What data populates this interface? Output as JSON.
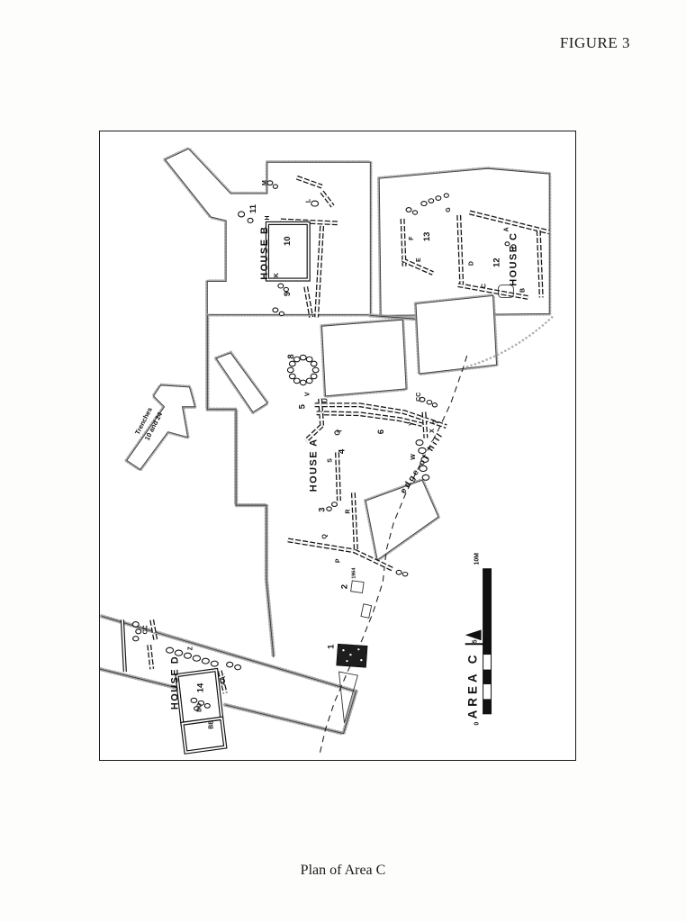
{
  "page": {
    "figure_label": "FIGURE 3",
    "caption": "Plan of Area C"
  },
  "plan": {
    "houses": {
      "a": "HOUSE A",
      "b": "HOUSE B",
      "c": "HOUSE C",
      "d": "HOUSE D"
    },
    "rooms": {
      "n1": "1",
      "n2": "2",
      "n3": "3",
      "n4": "4",
      "n5": "5",
      "n6": "6",
      "n7": "7",
      "n8": "8",
      "n9": "9",
      "n10": "10",
      "n11": "11",
      "n12": "12",
      "n13": "13",
      "n14": "14"
    },
    "letters": {
      "a": "A",
      "b": "B",
      "c": "C",
      "d": "D",
      "e": "E",
      "f": "F",
      "g": "G",
      "h": "H",
      "k": "K",
      "l": "L",
      "m": "M",
      "p": "P",
      "q": "Q",
      "r": "R",
      "s": "S",
      "t": "T",
      "u": "U",
      "v": "V",
      "w": "W",
      "x": "X",
      "y": "Y",
      "z": "Z",
      "aa": "AA",
      "bb": "BB",
      "cca": "CC",
      "ccd": "CC",
      "dd": "DD"
    },
    "annotations": {
      "trenches_line1": "Trenches",
      "trenches_line2": "10 and 24",
      "edge_of_hill": "edge of hill",
      "year": "1964"
    },
    "scale": {
      "area_label": "AREA C",
      "tick_zero": "0",
      "tick_five": "5",
      "tick_ten": "10M"
    }
  },
  "colors": {
    "ink": "#1a1a1a",
    "stipple": "#9a9a9a"
  }
}
